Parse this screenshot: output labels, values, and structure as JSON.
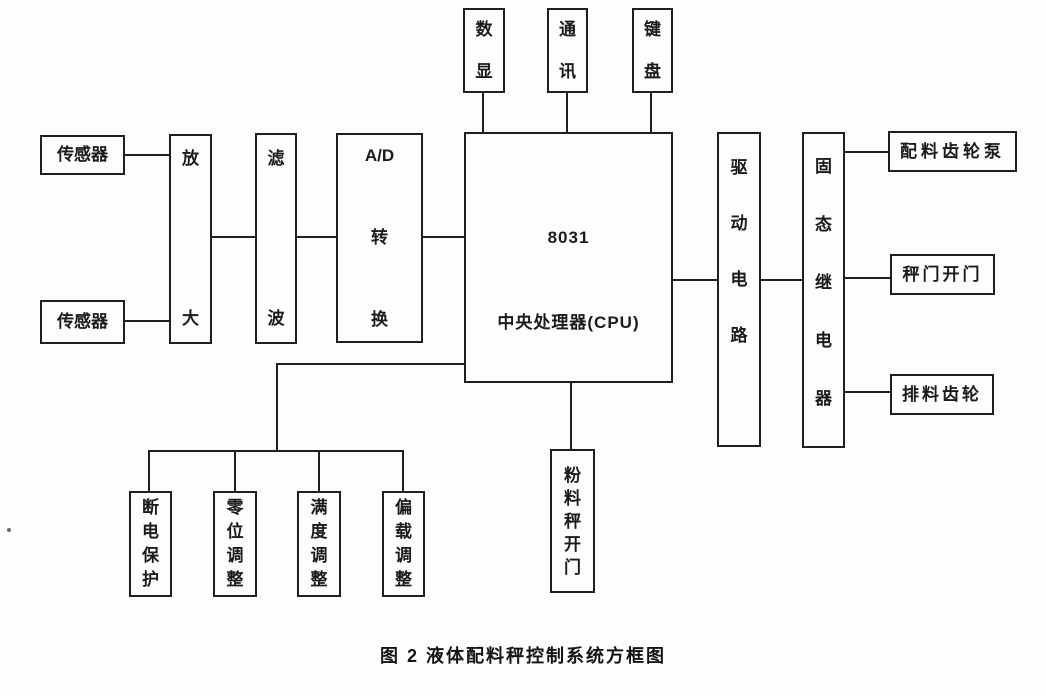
{
  "figure": {
    "caption": "图 2  液体配料秤控制系统方框图"
  },
  "blocks": {
    "display": {
      "label": "数\n显"
    },
    "comm": {
      "label": "通\n讯"
    },
    "keyboard": {
      "label": "键\n盘"
    },
    "sensor1": {
      "label": "传感器"
    },
    "sensor2": {
      "label": "传感器"
    },
    "amplifier": {
      "label": "放\n大"
    },
    "filter": {
      "label": "滤\n波"
    },
    "adConverter": {
      "label": "A/D\n转\n换"
    },
    "cpu": {
      "label": "8031\n中央处理器(CPU)"
    },
    "driveCircuit": {
      "label": "驱\n动\n电\n路"
    },
    "solidStateRelay": {
      "label": "固\n态\n继\n电\n器"
    },
    "batchingGearPump": {
      "label": "配料齿轮泵"
    },
    "scaleDoorOpen": {
      "label": "秤门开门"
    },
    "dischargeGear": {
      "label": "排料齿轮"
    },
    "powerFailureProtection": {
      "label": "断\n电\n保\n护"
    },
    "zeroAdjustment": {
      "label": "零\n位\n调\n整"
    },
    "fullScaleAdjustment": {
      "label": "满\n度\n调\n整"
    },
    "eccentricLoadAdjustment": {
      "label": "偏\n载\n调\n整"
    },
    "powderScaleDoor": {
      "label": "粉\n料\n秤\n开\n门"
    }
  },
  "edges": [
    {
      "from": "sensor1",
      "to": "amplifier"
    },
    {
      "from": "sensor2",
      "to": "amplifier"
    },
    {
      "from": "amplifier",
      "to": "filter"
    },
    {
      "from": "filter",
      "to": "adConverter"
    },
    {
      "from": "adConverter",
      "to": "cpu"
    },
    {
      "from": "display",
      "to": "cpu"
    },
    {
      "from": "comm",
      "to": "cpu"
    },
    {
      "from": "keyboard",
      "to": "cpu"
    },
    {
      "from": "cpu",
      "to": "driveCircuit"
    },
    {
      "from": "driveCircuit",
      "to": "solidStateRelay"
    },
    {
      "from": "solidStateRelay",
      "to": "batchingGearPump"
    },
    {
      "from": "solidStateRelay",
      "to": "scaleDoorOpen"
    },
    {
      "from": "solidStateRelay",
      "to": "dischargeGear"
    },
    {
      "from": "cpu",
      "to": "powerFailureProtection"
    },
    {
      "from": "cpu",
      "to": "zeroAdjustment"
    },
    {
      "from": "cpu",
      "to": "fullScaleAdjustment"
    },
    {
      "from": "cpu",
      "to": "eccentricLoadAdjustment"
    },
    {
      "from": "cpu",
      "to": "powderScaleDoor"
    }
  ],
  "colors": {
    "line": "#1f1f1f",
    "background": "#fdfdfb",
    "text": "#1b1b1b"
  }
}
